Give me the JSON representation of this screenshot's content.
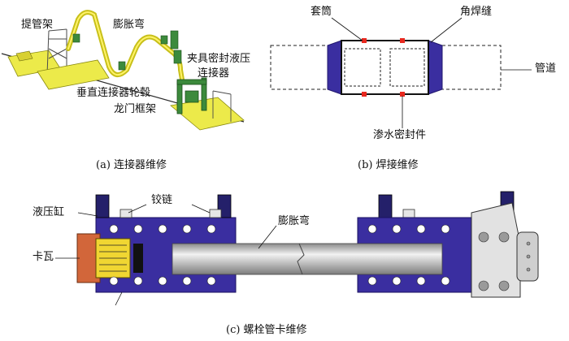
{
  "panel_a": {
    "caption": "(a) 连接器维修",
    "labels": {
      "pipe_rack": "提管架",
      "expansion_bend": "膨胀弯",
      "clamp_connector_line1": "夹具密封液压",
      "clamp_connector_line2": "连接器",
      "vertical_connector_hub": "垂直连接器轮毂",
      "gantry_frame": "龙门框架"
    }
  },
  "panel_b": {
    "caption": "(b) 焊接维修",
    "labels": {
      "sleeve": "套筒",
      "fillet_weld": "角焊缝",
      "pipeline": "管道",
      "seep_seal": "渗水密封件"
    }
  },
  "panel_c": {
    "caption": "(c) 螺栓管卡维修",
    "labels": {
      "hydraulic_cylinder": "液压缸",
      "hinge": "铰链",
      "expansion_bend": "膨胀弯",
      "slip": "卡瓦"
    }
  },
  "colors": {
    "clamp_blue": "#3a2ea0",
    "clamp_dark": "#22186e",
    "slip_orange": "#d2663a",
    "slip_yellow": "#f0d632",
    "weld_red": "#e8281e",
    "pipe_gray": "#bdbdbd",
    "platform_yellow": "#e8e23a",
    "frame_green": "#3c8a3c"
  }
}
